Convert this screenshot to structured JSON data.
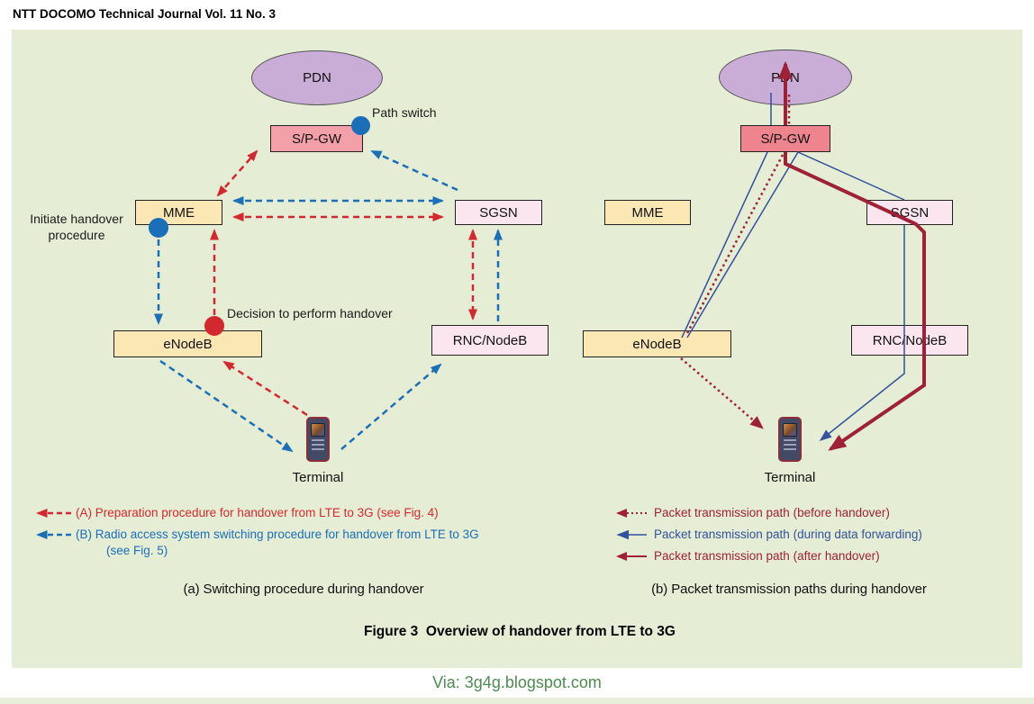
{
  "header": {
    "title": "NTT DOCOMO Technical Journal Vol. 11 No. 3"
  },
  "footer": {
    "text": "Via: 3g4g.blogspot.com"
  },
  "figure_caption": "Figure 3  Overview of handover from LTE to 3G",
  "colors": {
    "panel_background": "#e5edd5",
    "procedure_red": "#d3282f",
    "procedure_blue": "#1b6eb8",
    "packet_before_darkred": "#9e2137",
    "packet_during_navy": "#33519c",
    "packet_after_darkred": "#9e2137",
    "node_gateway_pink": "#f4a0a8",
    "node_core_cream": "#fbe7b3",
    "node_3g_pink": "#fbe6f0",
    "pdn_purple": "#c9add7",
    "footer_green": "#4d8b50"
  },
  "diagram_a": {
    "caption": "(a) Switching procedure during handover",
    "nodes": {
      "pdn": "PDN",
      "spgw": "S/P-GW",
      "mme": "MME",
      "sgsn": "SGSN",
      "enodeb": "eNodeB",
      "rnc": "RNC/NodeB",
      "terminal": "Terminal"
    },
    "annotations": {
      "path_switch": "Path switch",
      "initiate_line1": "Initiate handover",
      "initiate_line2": "procedure",
      "decision": "Decision to perform handover"
    },
    "legend": [
      {
        "label": "(A) Preparation procedure for handover from LTE to 3G (see Fig. 4)"
      },
      {
        "label": "(B) Radio access system switching procedure for handover from LTE to 3G",
        "label2": "(see Fig. 5)"
      }
    ]
  },
  "diagram_b": {
    "caption": "(b) Packet transmission paths during handover",
    "nodes": {
      "pdn": "PDN",
      "spgw": "S/P-GW",
      "mme": "MME",
      "sgsn": "SGSN",
      "enodeb": "eNodeB",
      "rnc": "RNC/NodeB",
      "terminal": "Terminal"
    },
    "legend": [
      {
        "label": "Packet transmission path (before handover)"
      },
      {
        "label": "Packet transmission path (during data forwarding)"
      },
      {
        "label": "Packet transmission path (after handover)"
      }
    ]
  }
}
